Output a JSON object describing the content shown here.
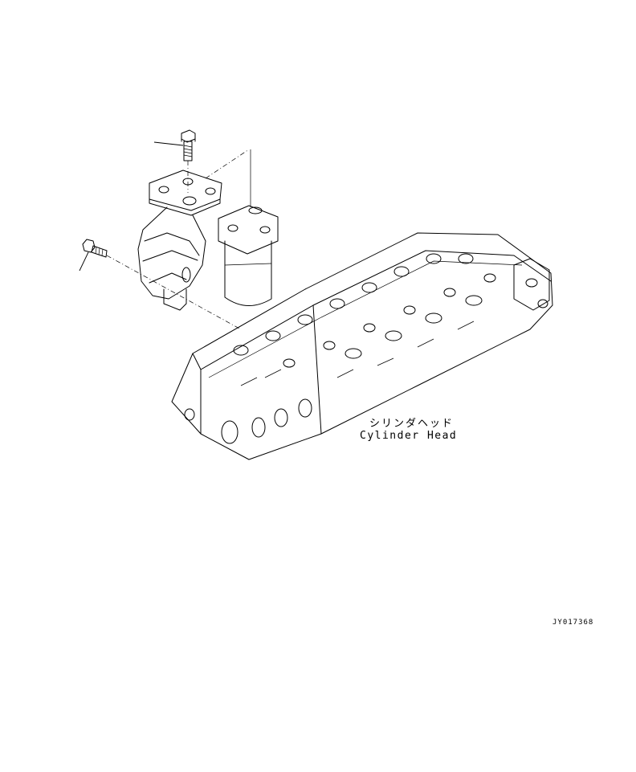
{
  "labels": {
    "cylinder_head_jp": "シリンダヘッド",
    "cylinder_head_en": "Cylinder Head"
  },
  "drawing_id": "JY017368"
}
